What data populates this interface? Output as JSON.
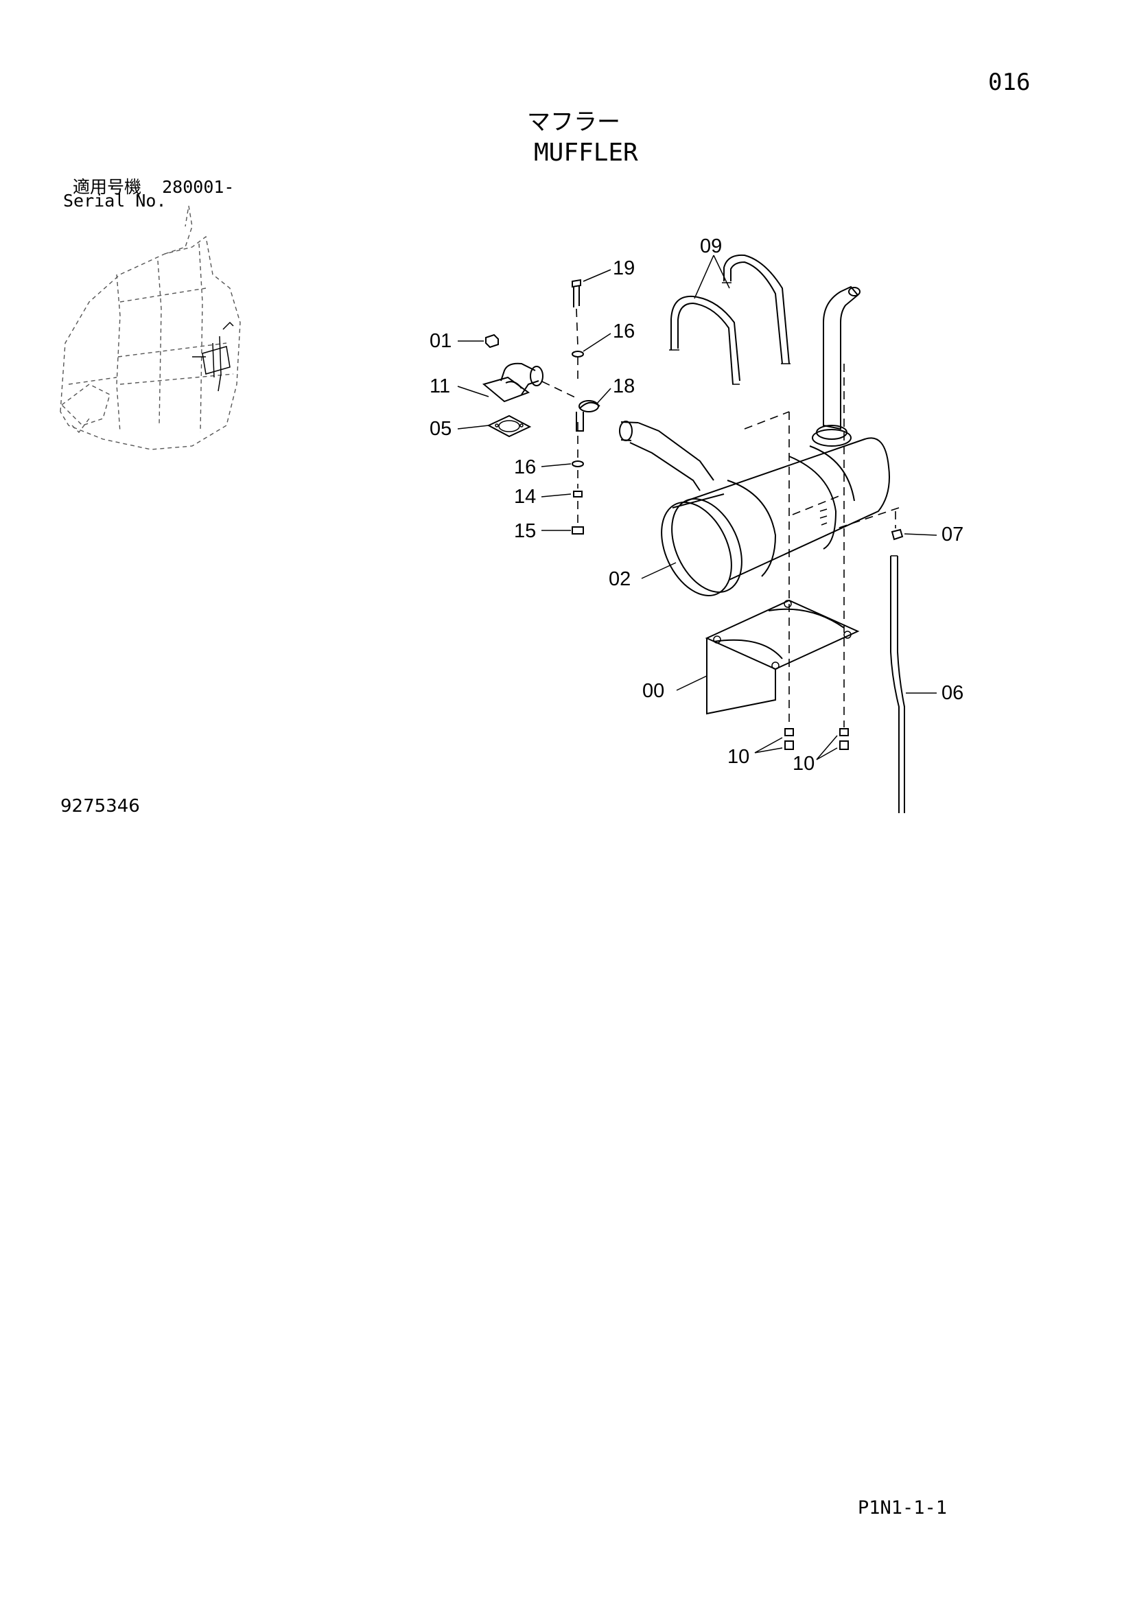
{
  "page_number": "016",
  "title_jp": "マフラー",
  "title_en": "MUFFLER",
  "serial": {
    "label_jp": "適用号機",
    "value": "280001-",
    "label_en": "Serial No."
  },
  "drawing_number": "9275346",
  "page_code": "P1N1-1-1",
  "part_labels": [
    "01",
    "11",
    "05",
    "19",
    "16",
    "18",
    "16",
    "14",
    "15",
    "09",
    "02",
    "07",
    "00",
    "06",
    "10",
    "10"
  ]
}
